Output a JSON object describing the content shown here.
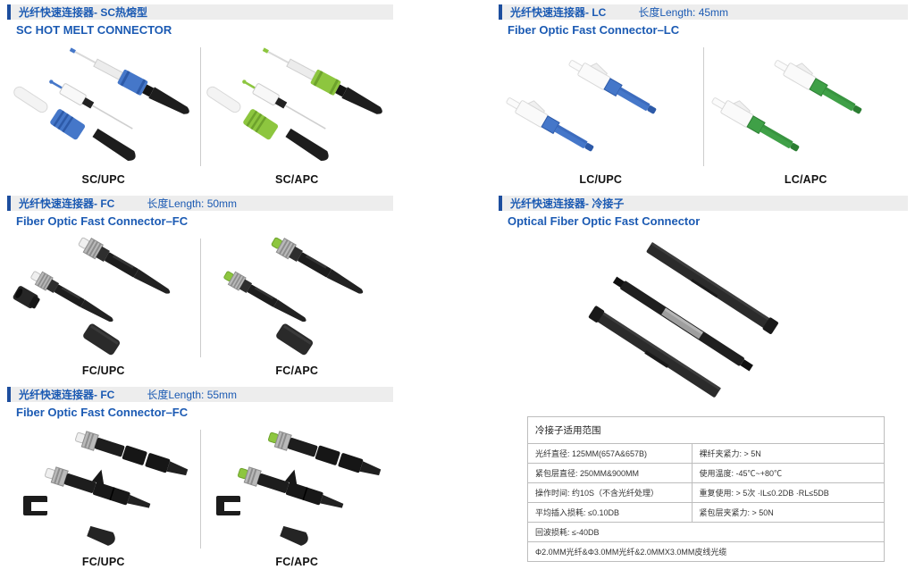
{
  "colors": {
    "accent-blue": "#1b5ab3",
    "header-bg": "#ededed",
    "header-border": "#1d4e9e",
    "connector-blue": "#4577c9",
    "connector-lime": "#8dc63f",
    "connector-green": "#3fa047"
  },
  "sections": {
    "sc": {
      "title_zh": "光纤快速连接器- SC热熔型",
      "title_en": "SC HOT MELT CONNECTOR",
      "products": [
        {
          "label": "SC/UPC"
        },
        {
          "label": "SC/APC"
        }
      ]
    },
    "lc": {
      "title_zh": "光纤快速连接器- LC",
      "length": "长度Length: 45mm",
      "title_en": "Fiber Optic Fast Connector–LC",
      "products": [
        {
          "label": "LC/UPC"
        },
        {
          "label": "LC/APC"
        }
      ]
    },
    "fc50": {
      "title_zh": "光纤快速连接器- FC",
      "length": "长度Length: 50mm",
      "title_en": "Fiber Optic Fast Connector–FC",
      "products": [
        {
          "label": "FC/UPC"
        },
        {
          "label": "FC/APC"
        }
      ]
    },
    "cold": {
      "title_zh": "光纤快速连接器- 冷接子",
      "title_en": "Optical Fiber Optic Fast Connector"
    },
    "fc55": {
      "title_zh": "光纤快速连接器- FC",
      "length": "长度Length: 55mm",
      "title_en": "Fiber Optic Fast Connector–FC",
      "products": [
        {
          "label": "FC/UPC"
        },
        {
          "label": "FC/APC"
        }
      ]
    }
  },
  "spec_table": {
    "title": "冷接子适用范围",
    "rows": [
      {
        "left": "光纤直径: 125MM(657A&657B)",
        "right": "裸纤夹紧力: > 5N"
      },
      {
        "left": "紧包层直径: 250MM&900MM",
        "right": "使用温度: -45℃~+80℃"
      },
      {
        "left": "操作时间: 约10S（不含光纤处理）",
        "right": "重复使用: > 5次 ·IL≤0.2DB ·RL≤5DB"
      },
      {
        "left": "平均插入损耗: ≤0.10DB",
        "right": "紧包层夹紧力: > 50N"
      },
      {
        "full": "回波损耗: ≤-40DB"
      },
      {
        "full": "Φ2.0MM光纤&Φ3.0MM光纤&2.0MMX3.0MM皮线光缆"
      }
    ]
  }
}
